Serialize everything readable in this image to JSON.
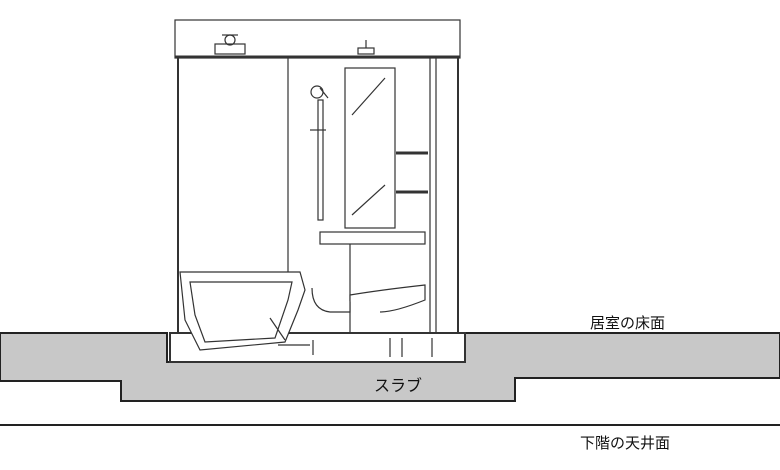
{
  "labels": {
    "room_floor": "居室の床面",
    "slab": "スラブ",
    "lower_ceiling": "下階の天井面"
  },
  "colors": {
    "slab_fill": "#c8c8c8",
    "line": "#222222",
    "background": "#ffffff"
  }
}
